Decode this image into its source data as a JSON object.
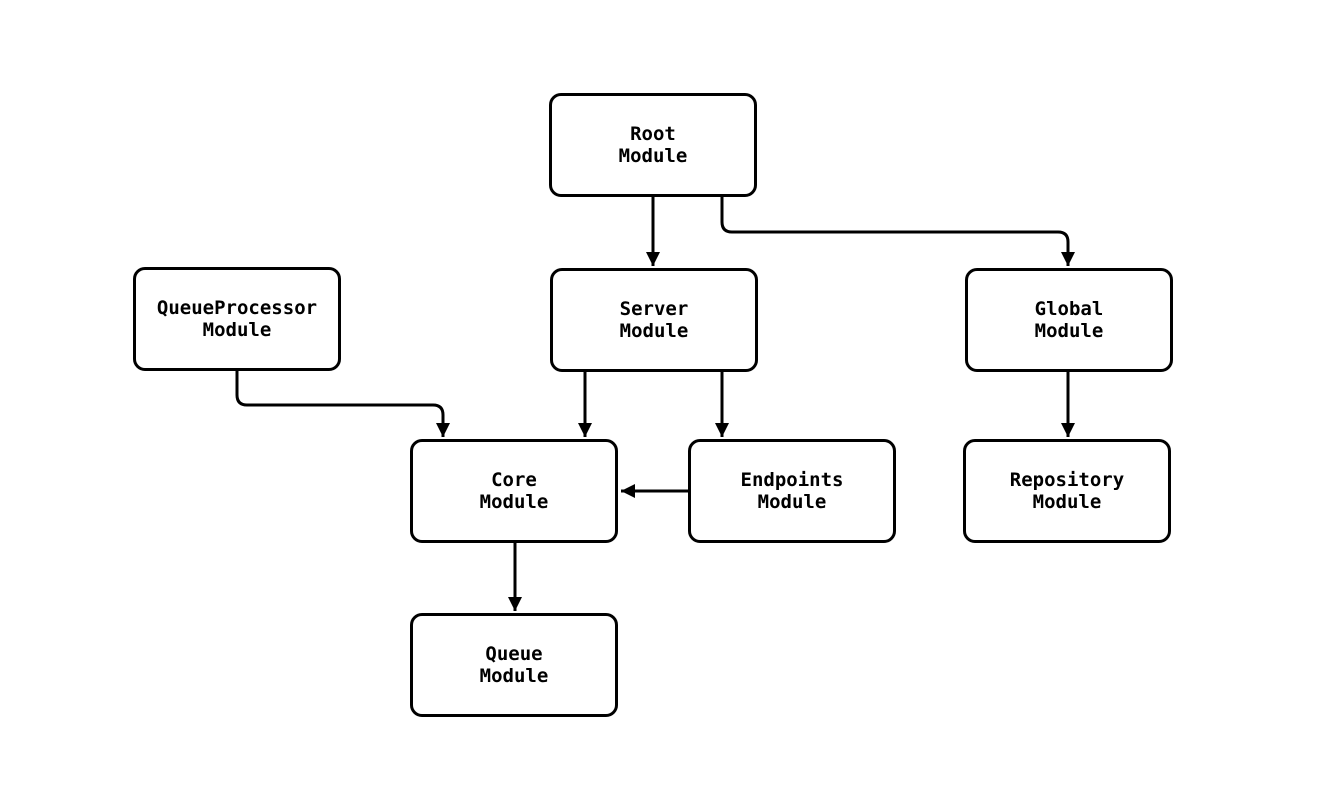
{
  "diagram": {
    "type": "module-dependency-flowchart",
    "background_color": "#ffffff",
    "node_fill_color": "#ffffff",
    "node_border_color": "#000000",
    "edge_color": "#000000",
    "text_color": "#000000",
    "nodes": [
      {
        "id": "root",
        "label": "Root\nModule"
      },
      {
        "id": "server",
        "label": "Server\nModule"
      },
      {
        "id": "queueprocessor",
        "label": "QueueProcessor\nModule"
      },
      {
        "id": "global",
        "label": "Global\nModule"
      },
      {
        "id": "core",
        "label": "Core\nModule"
      },
      {
        "id": "endpoints",
        "label": "Endpoints\nModule"
      },
      {
        "id": "repository",
        "label": "Repository\nModule"
      },
      {
        "id": "queue",
        "label": "Queue\nModule"
      }
    ],
    "edges": [
      {
        "from": "Root Module",
        "to": "Server Module"
      },
      {
        "from": "Root Module",
        "to": "Global Module"
      },
      {
        "from": "QueueProcessor Module",
        "to": "Core Module"
      },
      {
        "from": "Server Module",
        "to": "Core Module"
      },
      {
        "from": "Server Module",
        "to": "Endpoints Module"
      },
      {
        "from": "Endpoints Module",
        "to": "Core Module"
      },
      {
        "from": "Global Module",
        "to": "Repository Module"
      },
      {
        "from": "Core Module",
        "to": "Queue Module"
      }
    ]
  }
}
